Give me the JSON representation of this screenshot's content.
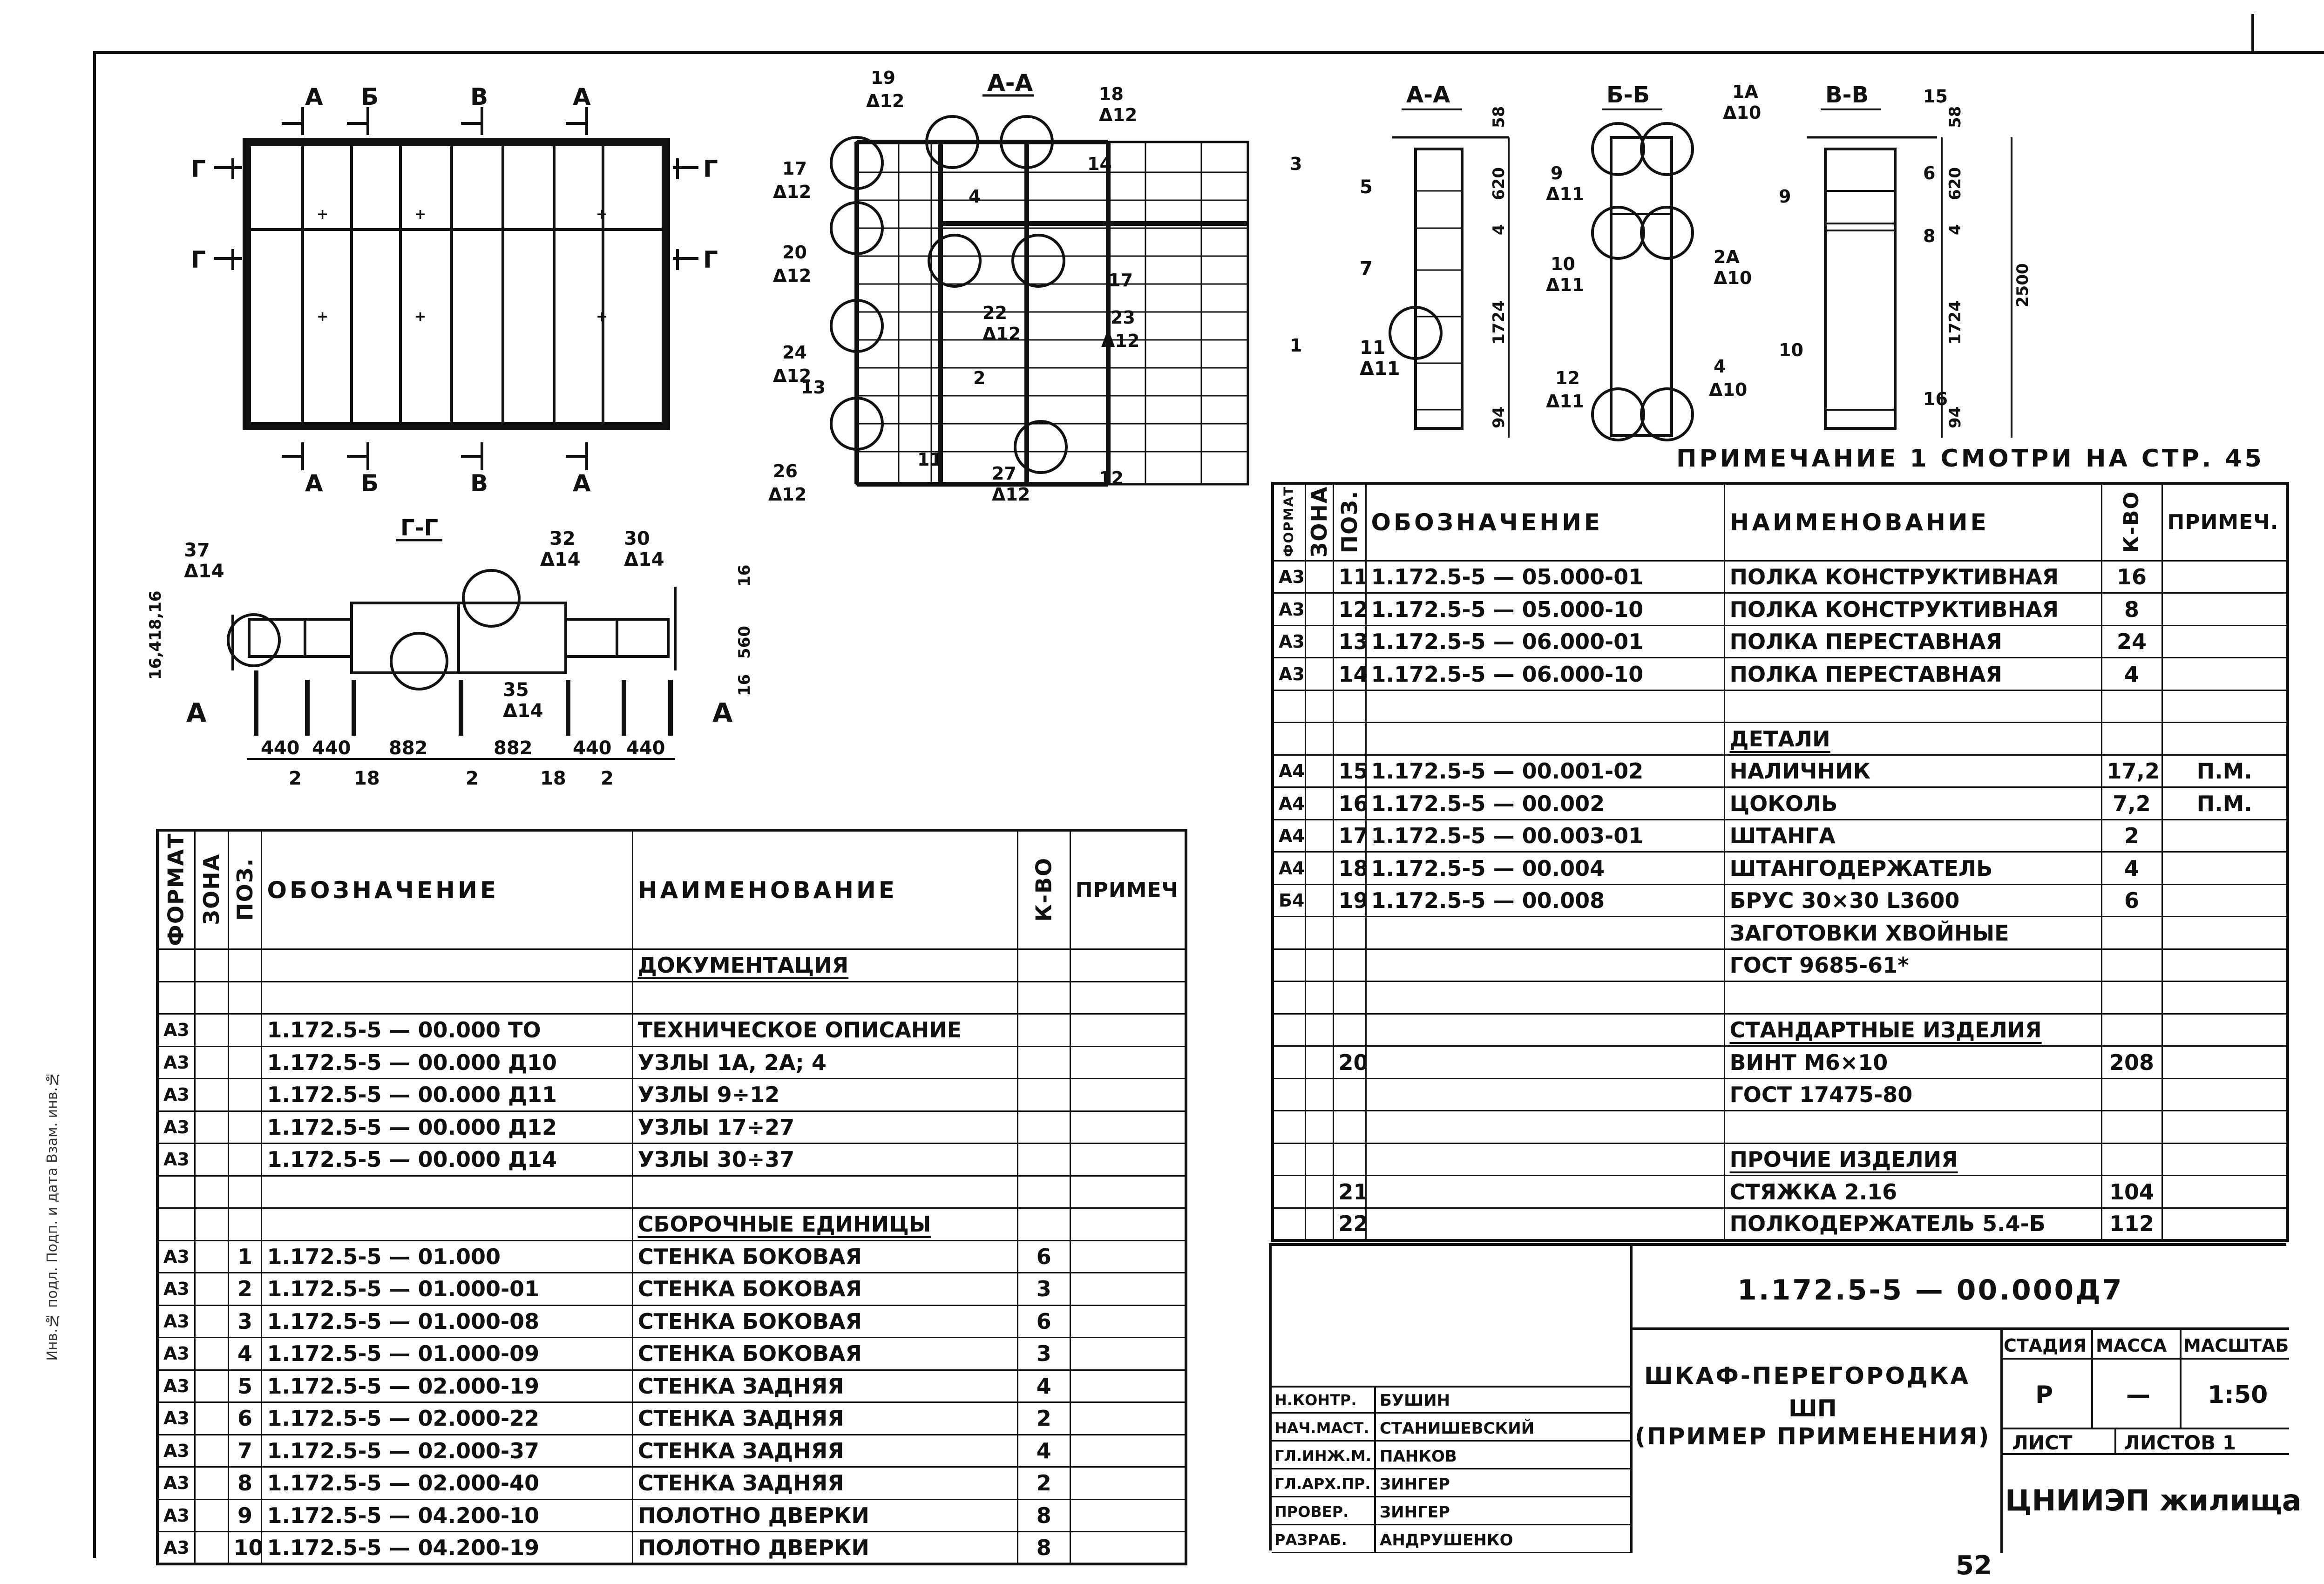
{
  "page_number": "52",
  "note": "ПРИМЕЧАНИЕ 1 СМОТРИ НА СТР. 45",
  "left_margin_text": "Инв.№ подл. Подп. и дата Взам. инв.№",
  "plan": {
    "title": "",
    "section_marks": [
      "А",
      "Б",
      "В",
      "А"
    ],
    "side_marks": [
      "Г",
      "Г",
      "Г",
      "Г"
    ]
  },
  "view_aa_large": {
    "title": "А-А",
    "callouts": [
      {
        "num": "19",
        "ref": "Δ12"
      },
      {
        "num": "18",
        "ref": "Δ12"
      },
      {
        "num": "17",
        "ref": "Δ12"
      },
      {
        "num": "20",
        "ref": "Δ12"
      },
      {
        "num": "22",
        "ref": "Δ12"
      },
      {
        "num": "23",
        "ref": "Δ12"
      },
      {
        "num": "24",
        "ref": "Δ12"
      },
      {
        "num": "26",
        "ref": "Δ12"
      },
      {
        "num": "27",
        "ref": "Δ12"
      }
    ],
    "labels": [
      "4",
      "14",
      "3",
      "17",
      "2",
      "13",
      "11",
      "12",
      "1"
    ]
  },
  "section_gg": {
    "title": "Г-Г",
    "callouts": [
      {
        "num": "37",
        "ref": "Δ14"
      },
      {
        "num": "32",
        "ref": "Δ14"
      },
      {
        "num": "30",
        "ref": "Δ14"
      },
      {
        "num": "35",
        "ref": "Δ14"
      }
    ],
    "dims": [
      "440",
      "440",
      "882",
      "882",
      "440",
      "440"
    ],
    "dims_small": [
      "2",
      "18",
      "2",
      "18",
      "2"
    ],
    "left_dims": "16,418,16",
    "right_dims": [
      "16",
      "560",
      "16"
    ],
    "marks": [
      "А",
      "А"
    ]
  },
  "view_aa_small": {
    "title": "А-А",
    "labels": [
      "5",
      "7",
      "11"
    ],
    "callout_ref": "Δ11",
    "dims": [
      "58",
      "620",
      "4",
      "1724",
      "94"
    ]
  },
  "view_bb": {
    "title": "Б-Б",
    "callouts": [
      {
        "num": "1А",
        "ref": "Δ10"
      },
      {
        "num": "9",
        "ref": "Δ11"
      },
      {
        "num": "10",
        "ref": "Δ11"
      },
      {
        "num": "2А",
        "ref": "Δ10"
      },
      {
        "num": "12",
        "ref": "Δ11"
      },
      {
        "num": "4",
        "ref": "Δ10"
      }
    ]
  },
  "view_vv": {
    "title": "В-В",
    "labels": [
      "15",
      "9",
      "6",
      "8",
      "10",
      "16"
    ],
    "dims": [
      "58",
      "620",
      "4",
      "1724",
      "94"
    ],
    "overall": "2500"
  },
  "spec_left": {
    "headers": {
      "format": "ФОРМАТ",
      "zone": "ЗОНА",
      "pos": "ПОЗ.",
      "designation": "ОБОЗНАЧЕНИЕ",
      "name": "НАИМЕНОВАНИЕ",
      "qty": "К-ВО",
      "note": "ПРИМЕЧ"
    },
    "rows": [
      {
        "format": "",
        "pos": "",
        "designation": "",
        "name": "ДОКУМЕНТАЦИЯ",
        "qty": "",
        "heading": true
      },
      {
        "format": "",
        "pos": "",
        "designation": "",
        "name": "",
        "qty": ""
      },
      {
        "format": "А3",
        "pos": "",
        "designation": "1.172.5-5 — 00.000 ТО",
        "name": "ТЕХНИЧЕСКОЕ ОПИСАНИЕ",
        "qty": ""
      },
      {
        "format": "А3",
        "pos": "",
        "designation": "1.172.5-5 — 00.000 Д10",
        "name": "УЗЛЫ 1А, 2А; 4",
        "qty": ""
      },
      {
        "format": "А3",
        "pos": "",
        "designation": "1.172.5-5 — 00.000 Д11",
        "name": "УЗЛЫ 9÷12",
        "qty": ""
      },
      {
        "format": "А3",
        "pos": "",
        "designation": "1.172.5-5 — 00.000 Д12",
        "name": "УЗЛЫ 17÷27",
        "qty": ""
      },
      {
        "format": "А3",
        "pos": "",
        "designation": "1.172.5-5 — 00.000 Д14",
        "name": "УЗЛЫ 30÷37",
        "qty": ""
      },
      {
        "format": "",
        "pos": "",
        "designation": "",
        "name": "",
        "qty": ""
      },
      {
        "format": "",
        "pos": "",
        "designation": "",
        "name": "СБОРОЧНЫЕ ЕДИНИЦЫ",
        "qty": "",
        "heading": true
      },
      {
        "format": "А3",
        "pos": "1",
        "designation": "1.172.5-5 — 01.000",
        "name": "СТЕНКА БОКОВАЯ",
        "qty": "6"
      },
      {
        "format": "А3",
        "pos": "2",
        "designation": "1.172.5-5 — 01.000-01",
        "name": "СТЕНКА БОКОВАЯ",
        "qty": "3"
      },
      {
        "format": "А3",
        "pos": "3",
        "designation": "1.172.5-5 — 01.000-08",
        "name": "СТЕНКА БОКОВАЯ",
        "qty": "6"
      },
      {
        "format": "А3",
        "pos": "4",
        "designation": "1.172.5-5 — 01.000-09",
        "name": "СТЕНКА БОКОВАЯ",
        "qty": "3"
      },
      {
        "format": "А3",
        "pos": "5",
        "designation": "1.172.5-5 — 02.000-19",
        "name": "СТЕНКА ЗАДНЯЯ",
        "qty": "4"
      },
      {
        "format": "А3",
        "pos": "6",
        "designation": "1.172.5-5 — 02.000-22",
        "name": "СТЕНКА ЗАДНЯЯ",
        "qty": "2"
      },
      {
        "format": "А3",
        "pos": "7",
        "designation": "1.172.5-5 — 02.000-37",
        "name": "СТЕНКА ЗАДНЯЯ",
        "qty": "4"
      },
      {
        "format": "А3",
        "pos": "8",
        "designation": "1.172.5-5 — 02.000-40",
        "name": "СТЕНКА ЗАДНЯЯ",
        "qty": "2"
      },
      {
        "format": "А3",
        "pos": "9",
        "designation": "1.172.5-5 — 04.200-10",
        "name": "ПОЛОТНО ДВЕРКИ",
        "qty": "8"
      },
      {
        "format": "А3",
        "pos": "10",
        "designation": "1.172.5-5 — 04.200-19",
        "name": "ПОЛОТНО ДВЕРКИ",
        "qty": "8"
      }
    ]
  },
  "spec_right": {
    "headers": {
      "format": "ФОРМАТ",
      "zone": "ЗОНА",
      "pos": "ПОЗ.",
      "designation": "ОБОЗНАЧЕНИЕ",
      "name": "НАИМЕНОВАНИЕ",
      "qty": "К-ВО",
      "note": "ПРИМЕЧ."
    },
    "rows": [
      {
        "format": "А3",
        "pos": "11",
        "designation": "1.172.5-5 — 05.000-01",
        "name": "ПОЛКА КОНСТРУКТИВНАЯ",
        "qty": "16",
        "note": ""
      },
      {
        "format": "А3",
        "pos": "12",
        "designation": "1.172.5-5 — 05.000-10",
        "name": "ПОЛКА КОНСТРУКТИВНАЯ",
        "qty": "8",
        "note": ""
      },
      {
        "format": "А3",
        "pos": "13",
        "designation": "1.172.5-5 — 06.000-01",
        "name": "ПОЛКА ПЕРЕСТАВНАЯ",
        "qty": "24",
        "note": ""
      },
      {
        "format": "А3",
        "pos": "14",
        "designation": "1.172.5-5 — 06.000-10",
        "name": "ПОЛКА ПЕРЕСТАВНАЯ",
        "qty": "4",
        "note": ""
      },
      {
        "format": "",
        "pos": "",
        "designation": "",
        "name": "",
        "qty": "",
        "note": ""
      },
      {
        "format": "",
        "pos": "",
        "designation": "",
        "name": "ДЕТАЛИ",
        "qty": "",
        "note": "",
        "heading": true
      },
      {
        "format": "А4",
        "pos": "15",
        "designation": "1.172.5-5 — 00.001-02",
        "name": "НАЛИЧНИК",
        "qty": "17,2",
        "note": "П.М."
      },
      {
        "format": "А4",
        "pos": "16",
        "designation": "1.172.5-5 — 00.002",
        "name": "ЦОКОЛЬ",
        "qty": "7,2",
        "note": "П.М."
      },
      {
        "format": "А4",
        "pos": "17",
        "designation": "1.172.5-5 — 00.003-01",
        "name": "ШТАНГА",
        "qty": "2",
        "note": ""
      },
      {
        "format": "А4",
        "pos": "18",
        "designation": "1.172.5-5 — 00.004",
        "name": "ШТАНГОДЕРЖАТЕЛЬ",
        "qty": "4",
        "note": ""
      },
      {
        "format": "Б4",
        "pos": "19",
        "designation": "1.172.5-5 — 00.008",
        "name": "БРУС 30×30 L3600",
        "qty": "6",
        "note": ""
      },
      {
        "format": "",
        "pos": "",
        "designation": "",
        "name": "ЗАГОТОВКИ ХВОЙНЫЕ",
        "qty": "",
        "note": ""
      },
      {
        "format": "",
        "pos": "",
        "designation": "",
        "name": "ГОСТ 9685-61*",
        "qty": "",
        "note": ""
      },
      {
        "format": "",
        "pos": "",
        "designation": "",
        "name": "",
        "qty": "",
        "note": ""
      },
      {
        "format": "",
        "pos": "",
        "designation": "",
        "name": "СТАНДАРТНЫЕ ИЗДЕЛИЯ",
        "qty": "",
        "note": "",
        "heading": true
      },
      {
        "format": "",
        "pos": "20",
        "designation": "",
        "name": "ВИНТ М6×10",
        "qty": "208",
        "note": ""
      },
      {
        "format": "",
        "pos": "",
        "designation": "",
        "name": "ГОСТ 17475-80",
        "qty": "",
        "note": ""
      },
      {
        "format": "",
        "pos": "",
        "designation": "",
        "name": "",
        "qty": "",
        "note": ""
      },
      {
        "format": "",
        "pos": "",
        "designation": "",
        "name": "ПРОЧИЕ ИЗДЕЛИЯ",
        "qty": "",
        "note": "",
        "heading": true
      },
      {
        "format": "",
        "pos": "21",
        "designation": "",
        "name": "СТЯЖКА 2.16",
        "qty": "104",
        "note": ""
      },
      {
        "format": "",
        "pos": "22",
        "designation": "",
        "name": "ПОЛКОДЕРЖАТЕЛЬ 5.4-Б",
        "qty": "112",
        "note": ""
      }
    ]
  },
  "title_block": {
    "doc_number": "1.172.5-5 — 00.000Д7",
    "title_line1": "ШКАФ-ПЕРЕГОРОДКА",
    "title_line2": "ШП",
    "title_line3": "(ПРИМЕР ПРИМЕНЕНИЯ)",
    "stage_label": "СТАДИЯ",
    "mass_label": "МАССА",
    "scale_label": "МАСШТАБ",
    "stage": "Р",
    "mass": "—",
    "scale": "1:50",
    "sheet_label": "ЛИСТ",
    "sheets_label": "ЛИСТОВ 1",
    "org": "ЦНИИЭП жилища",
    "signatures": [
      {
        "role": "Н.КОНТР.",
        "name": "БУШИН"
      },
      {
        "role": "НАЧ.МАСТ.",
        "name": "СТАНИШЕВСКИЙ"
      },
      {
        "role": "ГЛ.ИНЖ.М.",
        "name": "ПАНКОВ"
      },
      {
        "role": "ГЛ.АРХ.ПР.",
        "name": "ЗИНГЕР"
      },
      {
        "role": "ПРОВЕР.",
        "name": "ЗИНГЕР"
      },
      {
        "role": "РАЗРАБ.",
        "name": "АНДРУШЕНКО"
      }
    ]
  }
}
